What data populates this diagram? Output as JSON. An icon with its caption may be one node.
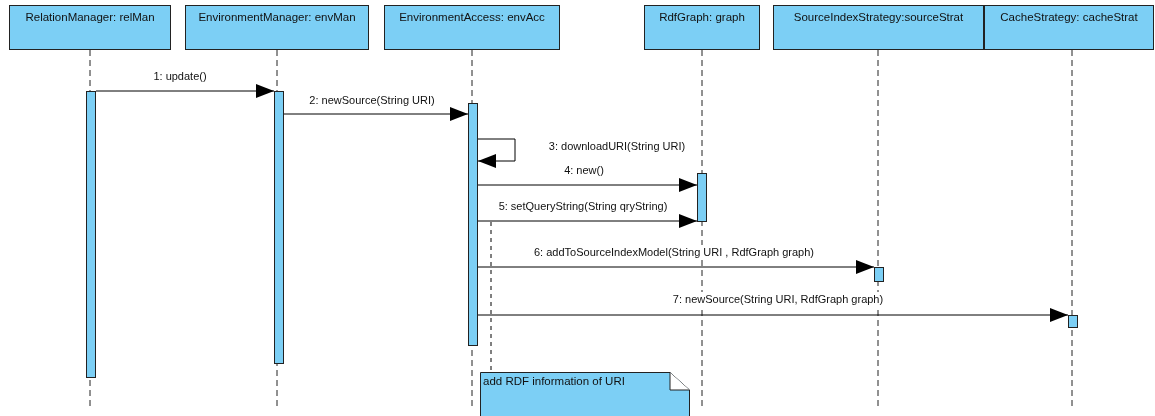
{
  "diagram": {
    "nodes": [
      {
        "text": [
          "RelationManager: relMan"
        ]
      },
      {
        "text": [
          "EnvironmentManager: envMan"
        ]
      },
      {
        "text": [
          "EnvironmentAccess: envAcc"
        ]
      },
      {
        "text": [
          "RdfGraph: graph"
        ]
      },
      {
        "text": [
          "SourceIndexStrategy:sourceStrat"
        ]
      },
      {
        "text": [
          "CacheStrategy: cacheStrat"
        ]
      },
      {
        "text": [],
        "shape": "bar"
      },
      {
        "text": [],
        "shape": "bar"
      },
      {
        "text": [],
        "shape": "bar"
      },
      {
        "text": [],
        "shape": "bar"
      },
      {
        "text": [],
        "shape": "bar"
      },
      {
        "text": [],
        "shape": "bar"
      },
      {
        "text": [
          "add RDF information of URI"
        ]
      }
    ],
    "edges": [
      {
        "from": 6,
        "to": 7,
        "arrow": "to",
        "label": "1: update()"
      },
      {
        "from": 7,
        "to": 8,
        "arrow": "to",
        "label": "2: newSource(String URI)"
      },
      {
        "from": 8,
        "to": 8,
        "arrow": "to",
        "label": "3: downloadURI(String URI)"
      },
      {
        "from": 8,
        "to": 9,
        "arrow": "to",
        "label": "4: new()"
      },
      {
        "from": 8,
        "to": 9,
        "arrow": "to",
        "label": "5: setQueryString(String qryString)"
      },
      {
        "from": 8,
        "to": 10,
        "arrow": "to",
        "label": "6: addToSourceIndexModel(String URI , RdfGraph graph)"
      },
      {
        "from": 8,
        "to": 11,
        "arrow": "to",
        "label": "7: newSource(String URI, RdfGraph graph)"
      },
      {
        "from": 8,
        "to": 12,
        "arrow": "none",
        "style": "dashed"
      }
    ]
  }
}
